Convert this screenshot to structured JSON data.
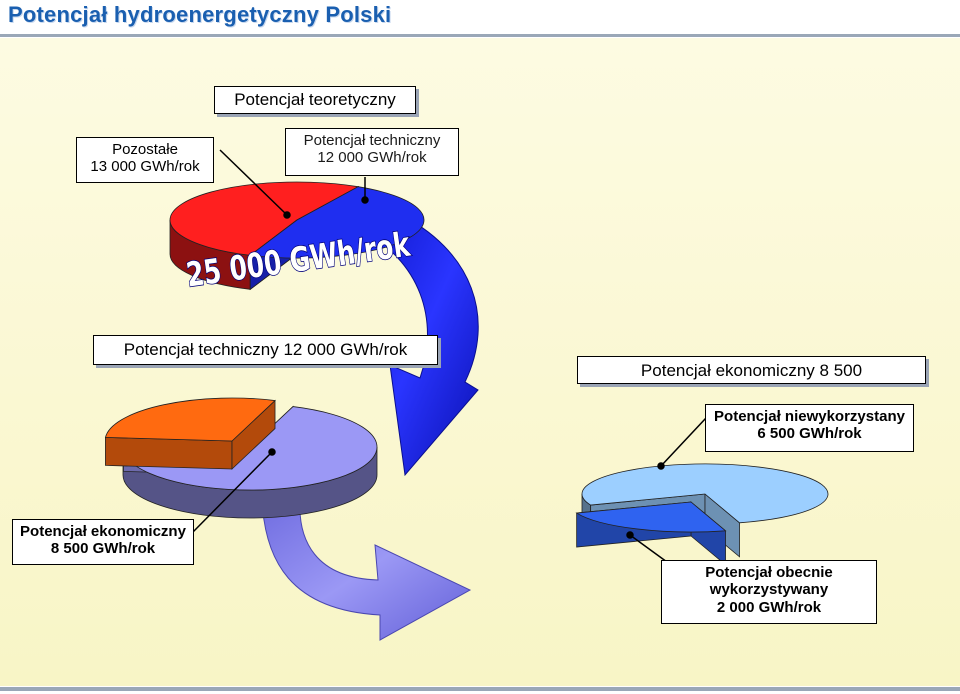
{
  "page": {
    "title": "Potencjał hydroenergetyczny Polski"
  },
  "colors": {
    "red": "#ff1f1f",
    "blue": "#1f2ef0",
    "orange": "#ff6a10",
    "lavender": "#9b98f5",
    "light_blue": "#9ccfff",
    "mid_blue": "#2f63f0"
  },
  "chart_data": [
    {
      "type": "pie",
      "title": "Potencjał teoretyczny",
      "total_label": "25 000 GWh/rok",
      "slices": [
        {
          "name": "Pozostałe",
          "value": 13000,
          "unit": "GWh/rok",
          "label": "Pozostałe",
          "value_label": "13 000 GWh/rok"
        },
        {
          "name": "Potencjał techniczny",
          "value": 12000,
          "unit": "GWh/rok",
          "label": "Potencjał techniczny",
          "value_label": "12 000 GWh/rok"
        }
      ]
    },
    {
      "type": "pie",
      "title": "Potencjał techniczny 12 000 GWh/rok",
      "slices": [
        {
          "name": "Potencjał ekonomiczny",
          "value": 8500,
          "unit": "GWh/rok",
          "label": "Potencjał ekonomiczny",
          "value_label": "8 500 GWh/rok"
        },
        {
          "name": "",
          "value": 3500
        }
      ]
    },
    {
      "type": "pie",
      "title": "Potencjał ekonomiczny 8 500",
      "slices": [
        {
          "name": "Potencjał niewykorzystany",
          "value": 6500,
          "unit": "GWh/rok",
          "label": "Potencjał niewykorzystany",
          "value_label": "6 500 GWh/rok"
        },
        {
          "name": "Potencjał obecnie wykorzystywany",
          "value": 2000,
          "unit": "GWh/rok",
          "label_line1": "Potencjał obecnie",
          "label_line2": "wykorzystywany",
          "value_label": "2 000 GWh/rok"
        }
      ]
    }
  ]
}
